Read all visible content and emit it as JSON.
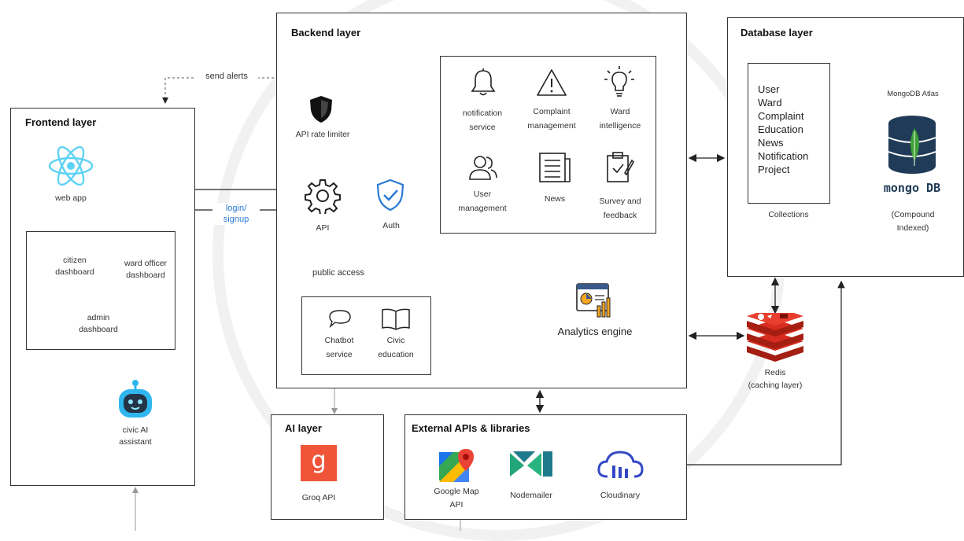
{
  "frontend": {
    "title": "Frontend layer",
    "web_app": "web app",
    "citizen_dashboard": "citizen\ndashboard",
    "ward_officer_dashboard": "ward officer\ndashboard",
    "admin_dashboard": "admin\ndashboard",
    "civic_ai_assistant": "civic AI\nassistant"
  },
  "backend": {
    "title": "Backend layer",
    "api_rate_limiter": "API rate limiter",
    "api": "API",
    "auth": "Auth",
    "public_access": "public access",
    "chatbot_service": "Chatbot\nservice",
    "civic_education": "Civic\neducation",
    "analytics_engine": "Analytics engine",
    "services": {
      "notification": "notification\nservice",
      "complaint": "Complaint\nmanagement",
      "ward_intelligence": "Ward\nintelligence",
      "user_management": "User\nmanagement",
      "news": "News",
      "survey": "Survey and\nfeedback"
    }
  },
  "edges": {
    "send_alerts": "send alerts",
    "login_signup": "login/\nsignup"
  },
  "database": {
    "title": "Database layer",
    "collections": [
      "User",
      "Ward",
      "Complaint",
      "Education",
      "News",
      "Notification",
      "Project"
    ],
    "collections_label": "Collections",
    "mongodb_atlas": "MongoDB Atlas",
    "mongodb_logo_text": "mongo DB",
    "compound_indexed": "(Compound\nIndexed)"
  },
  "redis": {
    "label": "Redis\n(caching layer)"
  },
  "ai": {
    "title": "AI layer",
    "groq": "Groq API",
    "groq_logo": "g"
  },
  "external": {
    "title": "External APIs & libraries",
    "google_map": "Google Map\nAPI",
    "nodemailer": "Nodemailer",
    "cloudinary": "Cloudinary"
  },
  "colors": {
    "react": "#5ed3f3",
    "auth_blue": "#2a7ad4",
    "groq_red": "#f0553a",
    "mongo_green": "#3fa037",
    "mongo_navy": "#1f3b57",
    "redis_red": "#d82c20",
    "nodemailer_green": "#23a57a",
    "cloudinary_blue": "#3448c5"
  }
}
